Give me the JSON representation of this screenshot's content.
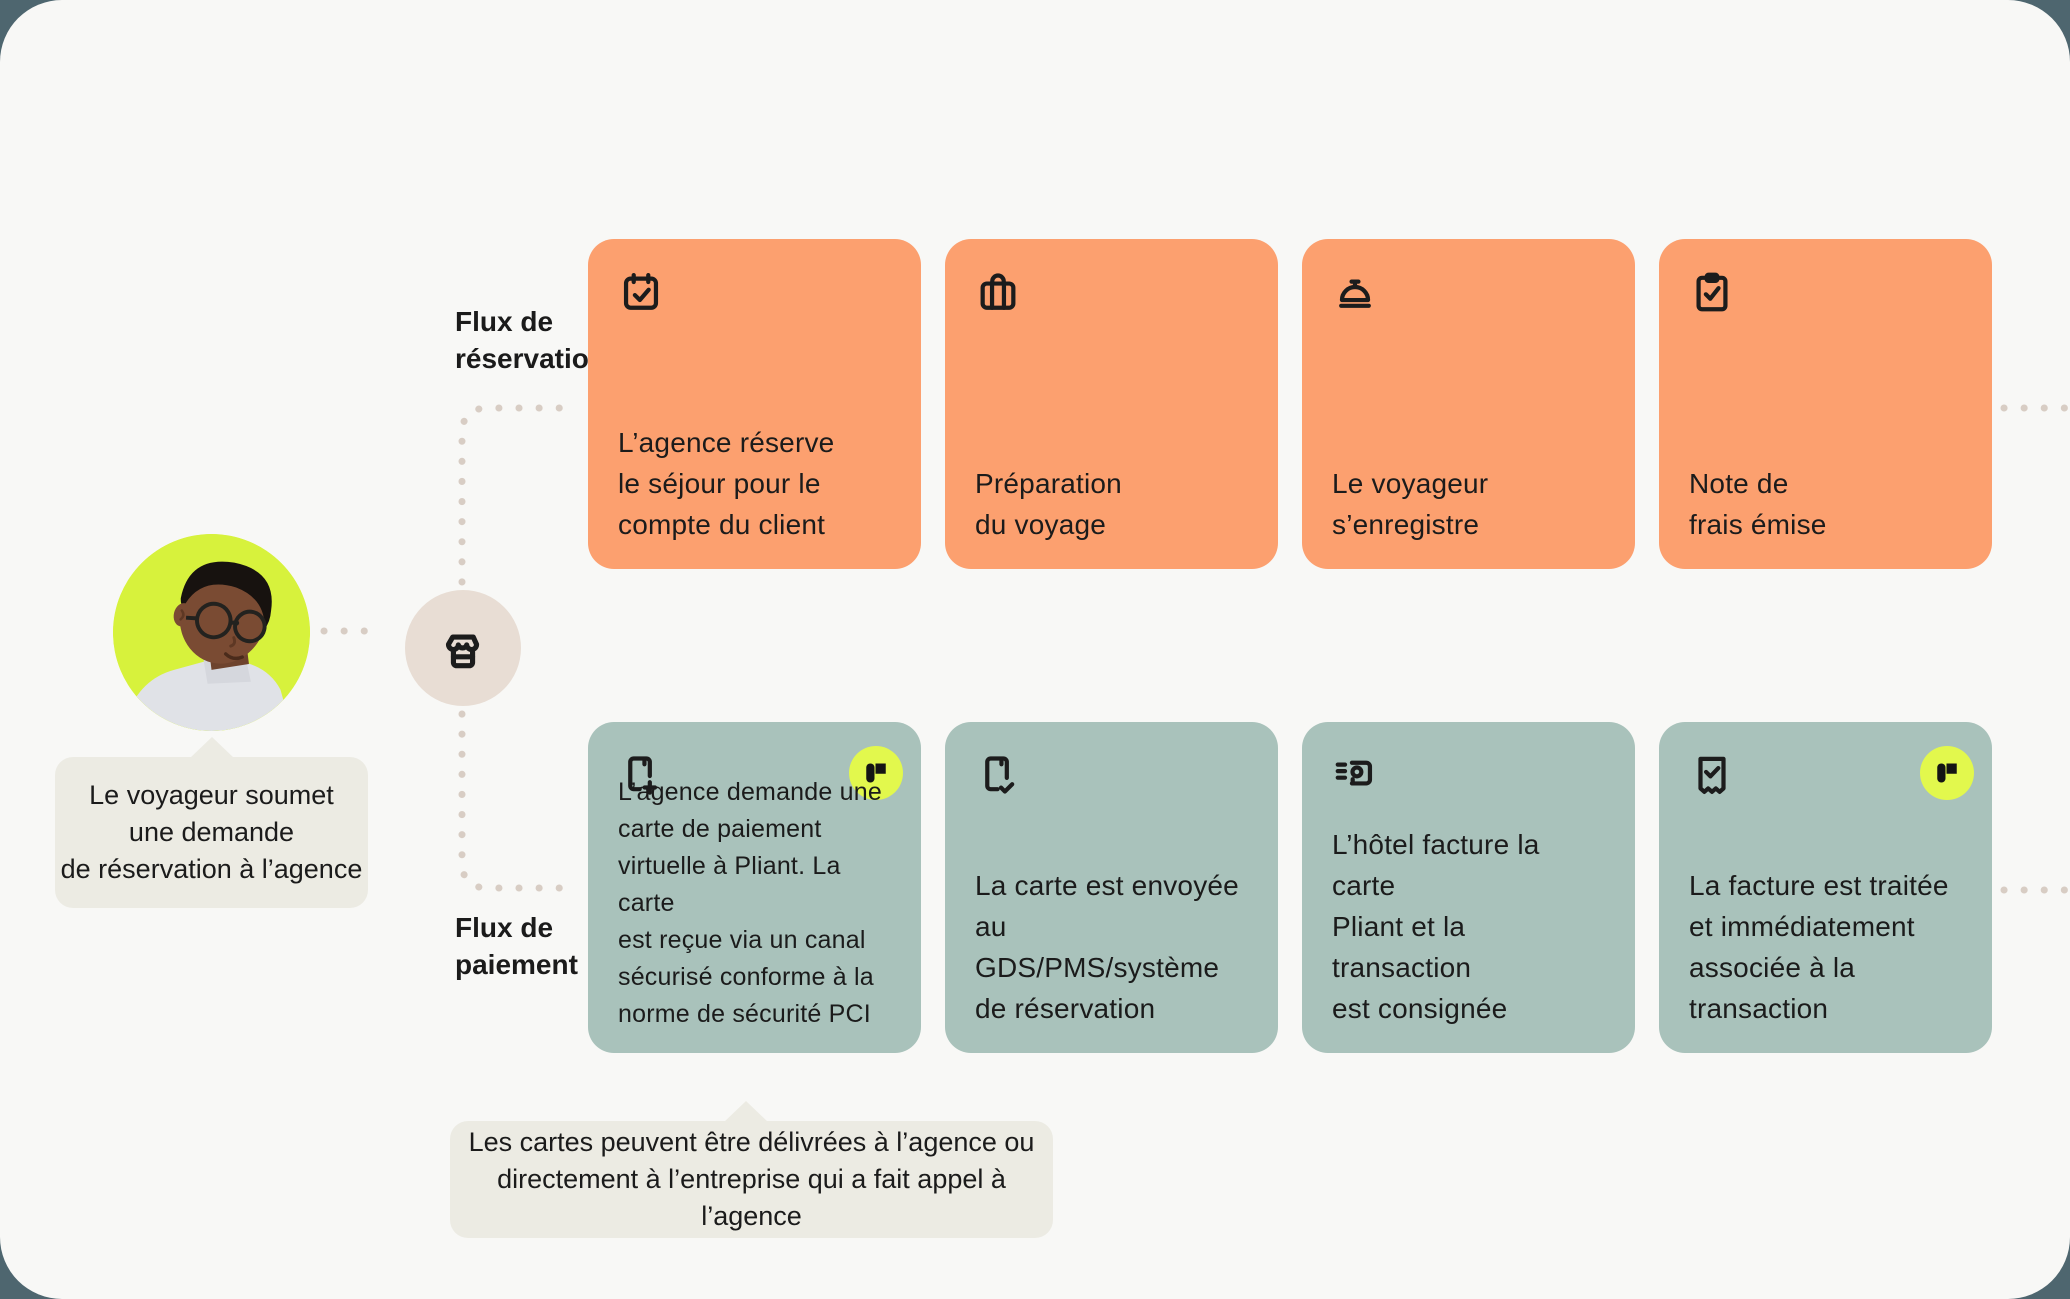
{
  "colors": {
    "outer": "#4E666F",
    "surface": "#F8F8F6",
    "orange": "#FCA06F",
    "teal": "#A9C2BB",
    "avatar-bg": "#D7F23C",
    "badge": "#E2F84D",
    "hub-bg": "#E8DDD4",
    "bubble": "#ECEBE3",
    "dots": "#D8CDC4",
    "ink": "#1B1B1B"
  },
  "actor": {
    "caption": "Le voyageur soumet\nune demande\nde réservation à l’agence",
    "avatar_icon": "traveler-photo",
    "connector_icon": "storefront-icon"
  },
  "booking_row": {
    "label": "Flux de\nréservation",
    "cards": [
      {
        "icon": "calendar-check-icon",
        "text": "L’agence réserve\nle séjour pour le\ncompte du client"
      },
      {
        "icon": "briefcase-icon",
        "text": "Préparation\ndu voyage"
      },
      {
        "icon": "reception-bell-icon",
        "text": "Le voyageur\ns’enregistre"
      },
      {
        "icon": "clipboard-check-icon",
        "text": "Note de\nfrais émise"
      }
    ]
  },
  "payment_row": {
    "label": "Flux de\npaiement",
    "cards": [
      {
        "icon": "card-add-icon",
        "pliant_badge": true,
        "text": "L’agence demande une\ncarte de paiement\nvirtuelle à Pliant. La carte\nest reçue via un canal\nsécurisé conforme à la\nnorme de sécurité PCI"
      },
      {
        "icon": "card-check-icon",
        "pliant_badge": false,
        "text": "La carte est envoyée\nau GDS/PMS/système\nde réservation"
      },
      {
        "icon": "card-transaction-icon",
        "pliant_badge": false,
        "text": "L’hôtel facture la carte\nPliant et la transaction\nest consignée"
      },
      {
        "icon": "receipt-check-icon",
        "pliant_badge": true,
        "text": "La facture est traitée\net immédiatement\nassociée à la\ntransaction"
      }
    ]
  },
  "footnote": "Les cartes peuvent être délivrées à l’agence ou\ndirectement à l’entreprise qui a fait appel à l’agence"
}
